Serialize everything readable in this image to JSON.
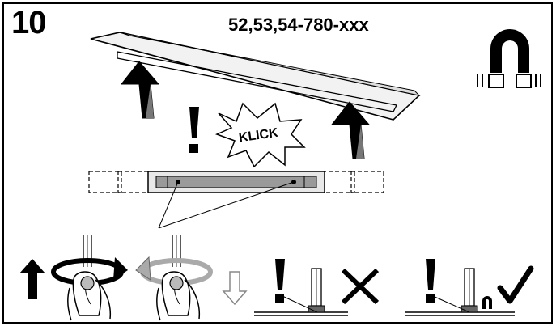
{
  "step_number": "10",
  "product_code": "52,53,54-780-xxx",
  "klick_text": "KLICK",
  "exclamation_mark": "!",
  "icons": {
    "magnet": "magnet-icon",
    "cross": "cross-icon",
    "check": "check-icon",
    "up_arrow": "up-arrow-icon",
    "down_arrow": "down-arrow-icon",
    "rotate_cw": "rotate-clockwise-icon",
    "rotate_ccw": "rotate-counterclockwise-icon"
  },
  "colors": {
    "line": "#000000",
    "panel_fill": "#e8e8e8",
    "bar_fill": "#9a9a9a",
    "arrow_gray": "#aaaaaa",
    "finger_fill": "#ffffff"
  }
}
